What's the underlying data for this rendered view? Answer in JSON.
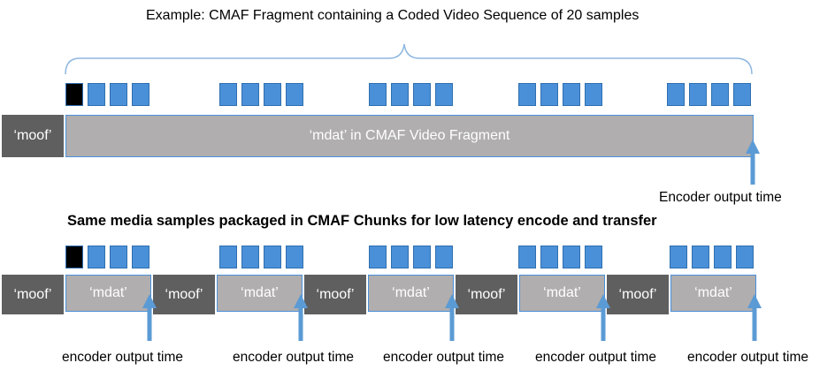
{
  "title": "Example:  CMAF Fragment containing a Coded Video Sequence of 20 samples",
  "fragment": {
    "moof_label": "‘moof’",
    "mdat_label": "‘mdat’ in CMAF Video Fragment",
    "encoder_label": "Encoder output time"
  },
  "subtitle": "Same media samples packaged in CMAF Chunks for low latency encode and transfer",
  "chunks": {
    "moof_label": "‘moof’",
    "mdat_label": "‘mdat’",
    "encoder_label": "encoder output time",
    "count": 5
  },
  "colors": {
    "sample": "#4a90d9",
    "key_sample": "#000000",
    "moof": "#5f5f5f",
    "mdat": "#b0aeae",
    "arrow": "#5b9bd5"
  }
}
